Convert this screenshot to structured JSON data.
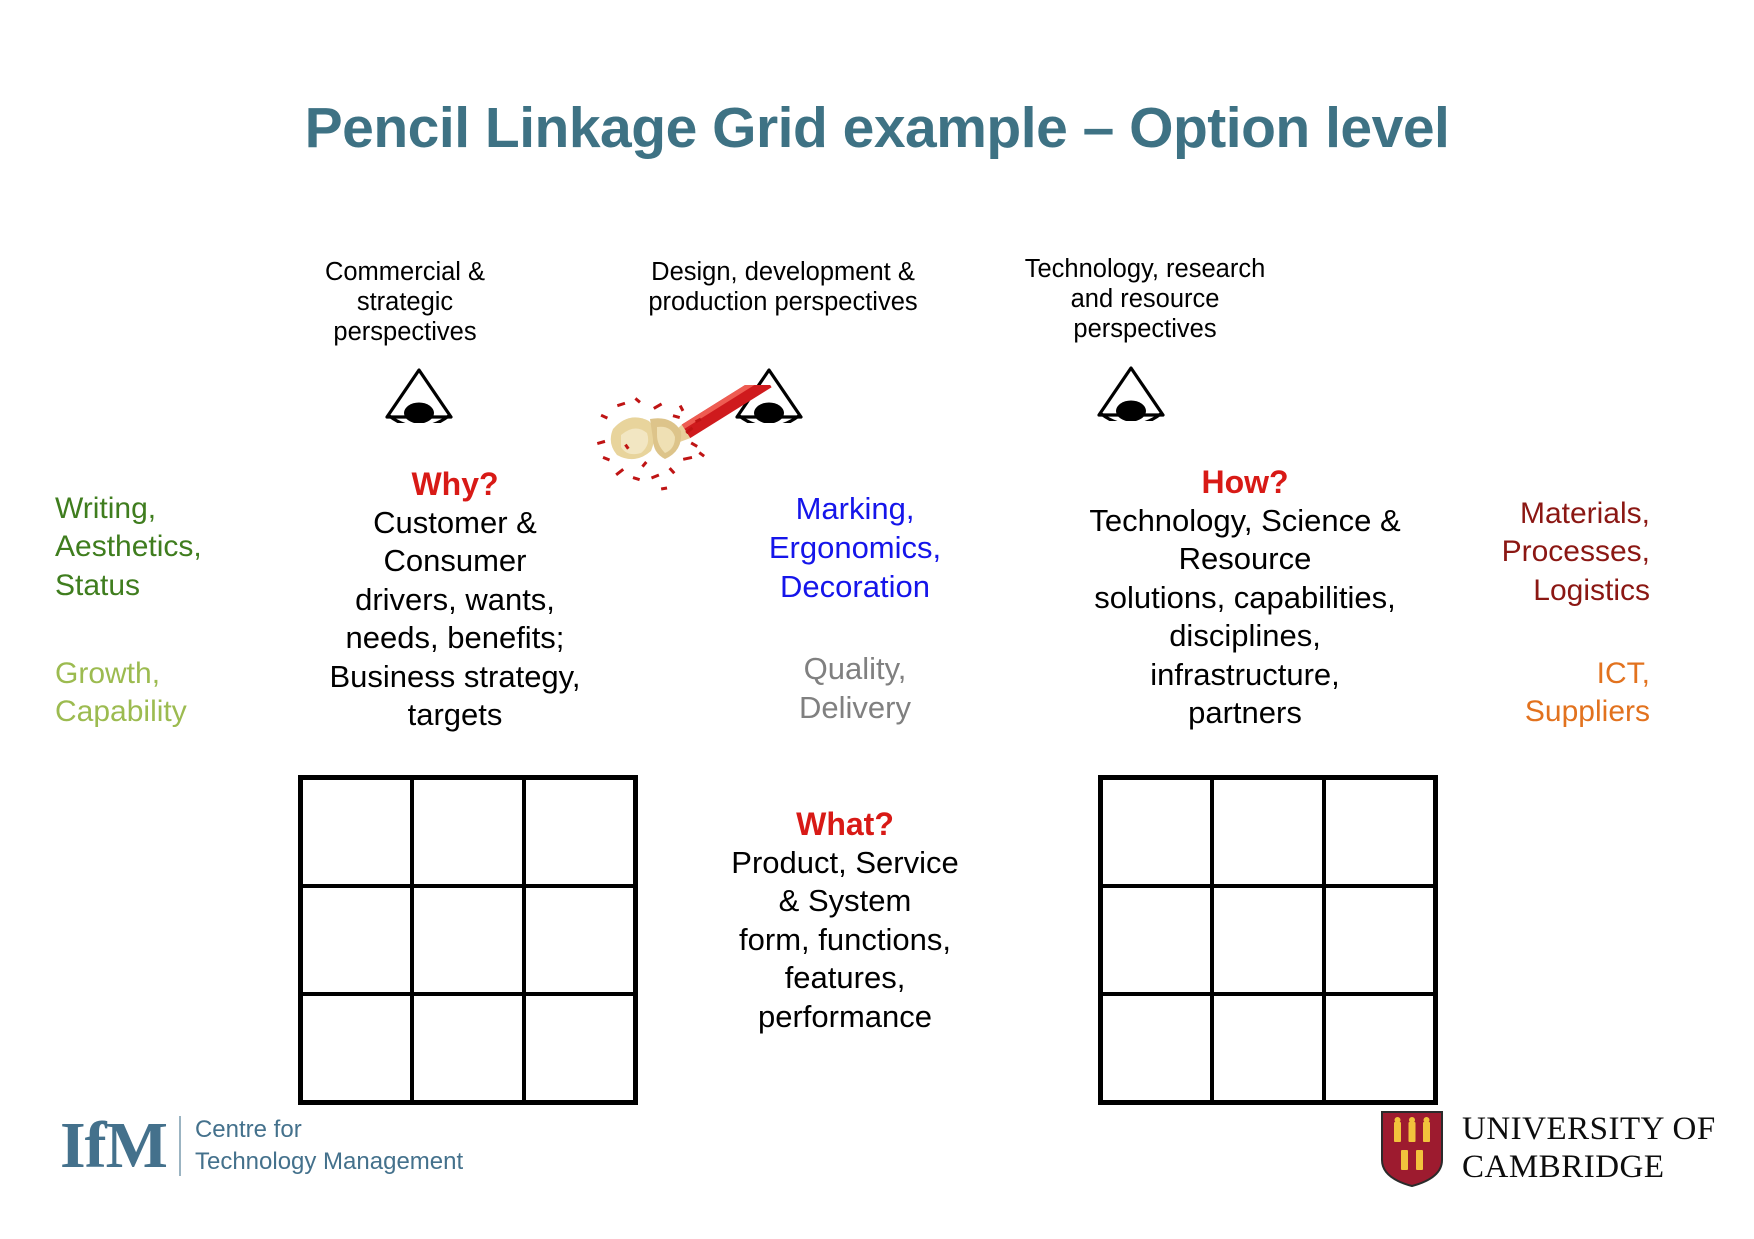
{
  "slide": {
    "title": "Pencil Linkage Grid example – Option level",
    "title_color": "#3e7284",
    "background": "#ffffff"
  },
  "perspectives": [
    {
      "label": "Commercial &\nstrategic\nperspectives",
      "icon": "eye-icon"
    },
    {
      "label": "Design, development\n& production\nperspectives",
      "icon": "eye-icon"
    },
    {
      "label": "Technology, research\nand resource\nperspectives",
      "icon": "eye-icon"
    }
  ],
  "side_labels": {
    "left_top": {
      "text": "Writing,\nAesthetics,\nStatus",
      "color": "#3f7d1e"
    },
    "left_bottom": {
      "text": "Growth,\nCapability",
      "color": "#9cbb50"
    },
    "right_top": {
      "text": "Materials,\nProcesses,\nLogistics",
      "color": "#8b1713"
    },
    "right_bottom": {
      "text": "ICT,\nSuppliers",
      "color": "#e2721e"
    }
  },
  "blocks": {
    "why": {
      "heading": "Why?",
      "heading_color": "#d81a16",
      "body": "Customer &\nConsumer\ndrivers, wants,\nneeds, benefits;\nBusiness strategy,\ntargets"
    },
    "how": {
      "heading": "How?",
      "heading_color": "#d81a16",
      "body": "Technology, Science &\nResource\nsolutions, capabilities,\ndisciplines,\ninfrastructure,\npartners"
    },
    "what": {
      "heading": "What?",
      "heading_color": "#d81a16",
      "body": "Product, Service\n& System\nform, functions,\nfeatures,\nperformance"
    }
  },
  "middle_text": {
    "marking": {
      "text": "Marking,\nErgonomics,\nDecoration",
      "color": "#1515ea"
    },
    "quality": {
      "text": "Quality,\nDelivery",
      "color": "#808080"
    }
  },
  "grids": {
    "rows": 3,
    "columns": 3,
    "left_grid_cells": [
      "",
      "",
      "",
      "",
      "",
      "",
      "",
      "",
      ""
    ],
    "right_grid_cells": [
      "",
      "",
      "",
      "",
      "",
      "",
      "",
      "",
      ""
    ],
    "border_color": "#000000"
  },
  "footer": {
    "ifm": {
      "mark": "IfM",
      "words": "Centre for\nTechnology Management",
      "color": "#44718c"
    },
    "cambridge": {
      "words": "University of\nCambridge",
      "crest": "cambridge-crest-icon"
    }
  }
}
